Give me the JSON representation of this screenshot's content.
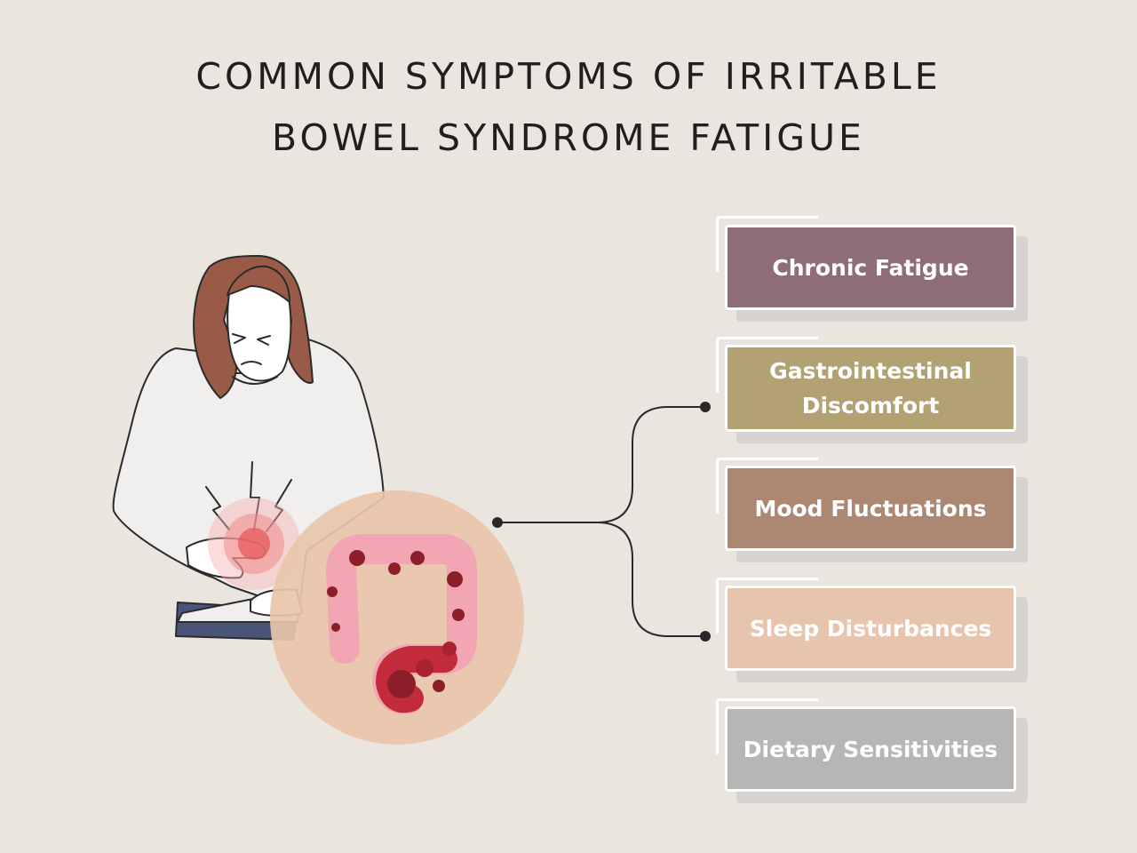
{
  "title": {
    "line1": "COMMON SYMPTOMS OF IRRITABLE",
    "line2": "BOWEL SYNDROME FATIGUE"
  },
  "symptoms": [
    {
      "line1": "Chronic Fatigue",
      "line2": "",
      "color": "#8f6d78"
    },
    {
      "line1": "Gastrointestinal",
      "line2": "Discomfort",
      "color": "#b2a173"
    },
    {
      "line1": "Mood Fluctuations",
      "line2": "",
      "color": "#ac8873"
    },
    {
      "line1": "Sleep Disturbances",
      "line2": "",
      "color": "#e7c4ad"
    },
    {
      "line1": "Dietary Sensitivities",
      "line2": "",
      "color": "#b8b6b5"
    }
  ],
  "illustration": {
    "figure": "woman-holding-stomach-in-pain",
    "inset": "colon-inflammation-magnifier"
  },
  "colors": {
    "background": "#ebe5df",
    "connector": "#2a2a2a",
    "inset_circle": "#e8c6aa",
    "colon": "#f2a6b4",
    "inflammation": "#8c1f2a"
  }
}
